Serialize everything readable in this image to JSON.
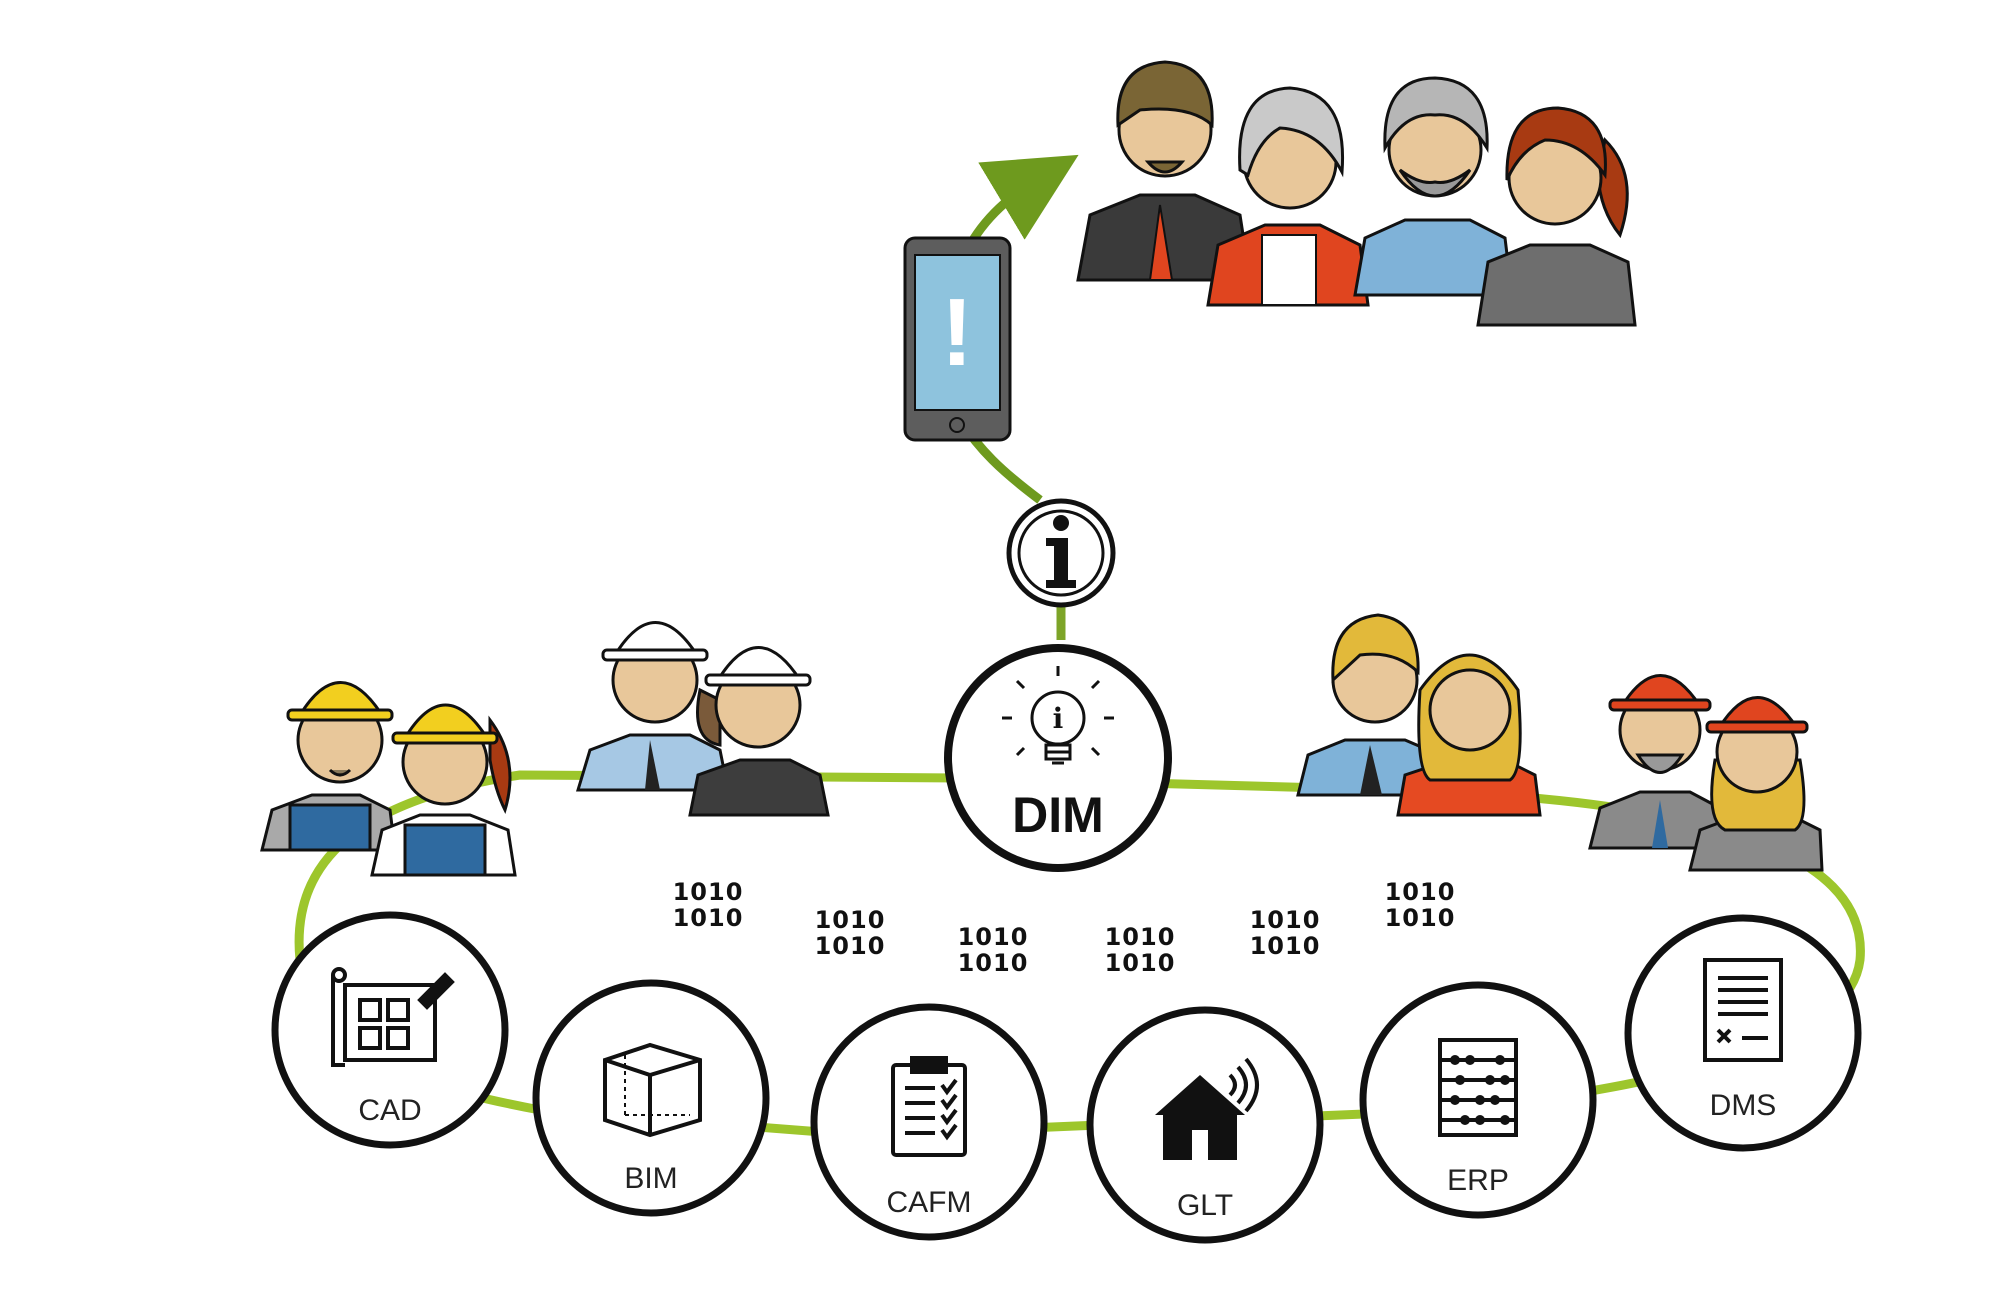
{
  "hub": {
    "label": "DIM"
  },
  "systems": [
    {
      "id": "cad",
      "label": "CAD",
      "icon": "blueprint-pencil-icon"
    },
    {
      "id": "bim",
      "label": "BIM",
      "icon": "cube-icon"
    },
    {
      "id": "cafm",
      "label": "CAFM",
      "icon": "clipboard-checklist-icon"
    },
    {
      "id": "glt",
      "label": "GLT",
      "icon": "smart-home-icon"
    },
    {
      "id": "erp",
      "label": "ERP",
      "icon": "abacus-icon"
    },
    {
      "id": "dms",
      "label": "DMS",
      "icon": "document-icon"
    }
  ],
  "binary": [
    "1010",
    "1010"
  ],
  "info_badge": {
    "icon": "info-icon"
  },
  "phone": {
    "icon": "smartphone-alert-icon",
    "alert": "!"
  },
  "people_groups": [
    {
      "id": "workers-yellow",
      "icon": "construction-workers-yellow-icon"
    },
    {
      "id": "engineers-white",
      "icon": "engineers-white-helmet-icon"
    },
    {
      "id": "office-staff",
      "icon": "office-staff-icon"
    },
    {
      "id": "managers-red",
      "icon": "managers-red-helmet-icon"
    },
    {
      "id": "stakeholders",
      "icon": "stakeholders-group-icon"
    }
  ],
  "colors": {
    "ring": "#9dc62c",
    "arrow": "#6e9a1e",
    "stroke": "#111111",
    "phone_screen": "#8ec3dd"
  }
}
